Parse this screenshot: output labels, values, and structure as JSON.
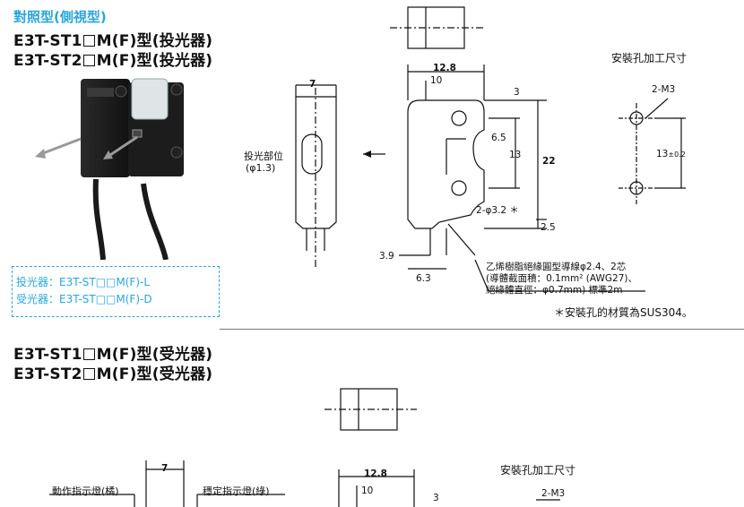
{
  "header": {
    "section_title": "對照型(側視型)",
    "line1_prefix": "E3T-ST1",
    "line1_suffix": "M(F)型(投光器)",
    "line2_prefix": "E3T-ST2",
    "line2_suffix": "M(F)型(投光器)"
  },
  "legend": {
    "emitter": "投光器：E3T-ST□□M(F)-L",
    "receiver": "受光器：E3T-ST□□M(F)-D"
  },
  "drawing1": {
    "dim_7": "7",
    "emitter_part_line1": "投光部位",
    "emitter_part_line2": "(φ1.3)",
    "dim_12_8": "12.8",
    "dim_10": "10",
    "dim_3": "3",
    "dim_6_5": "6.5",
    "dim_13": "13",
    "dim_22": "22",
    "holes": "2-φ3.2 ＊",
    "dim_2_5": "2.5",
    "dim_3_9": "3.9",
    "dim_6_3": "6.3",
    "cable_line1": "乙烯樹脂絕緣圓型導線φ2.4、2芯",
    "cable_line2": "(導體截面積：0.1mm² (AWG27)、",
    "cable_line3": "絕緣體直徑：φ0.7mm) 標準2m",
    "material_note": "＊安裝孔的材質為SUS304。",
    "mount_title": "安裝孔加工尺寸",
    "mount_m3": "2-M3",
    "mount_13": "13",
    "mount_tol": "±0.2"
  },
  "footer": {
    "line1_prefix": "E3T-ST1",
    "line1_suffix": "M(F)型(受光器)",
    "line2_prefix": "E3T-ST2",
    "line2_suffix": "M(F)型(受光器)"
  },
  "drawing2": {
    "op_indicator": "動作指示燈(橘)",
    "stable_indicator": "穩定指示燈(綠)",
    "dim_7": "7",
    "dim_12_8": "12.8",
    "dim_10": "10",
    "dim_3": "3",
    "mount_title": "安裝孔加工尺寸",
    "mount_m3": "2-M3"
  }
}
